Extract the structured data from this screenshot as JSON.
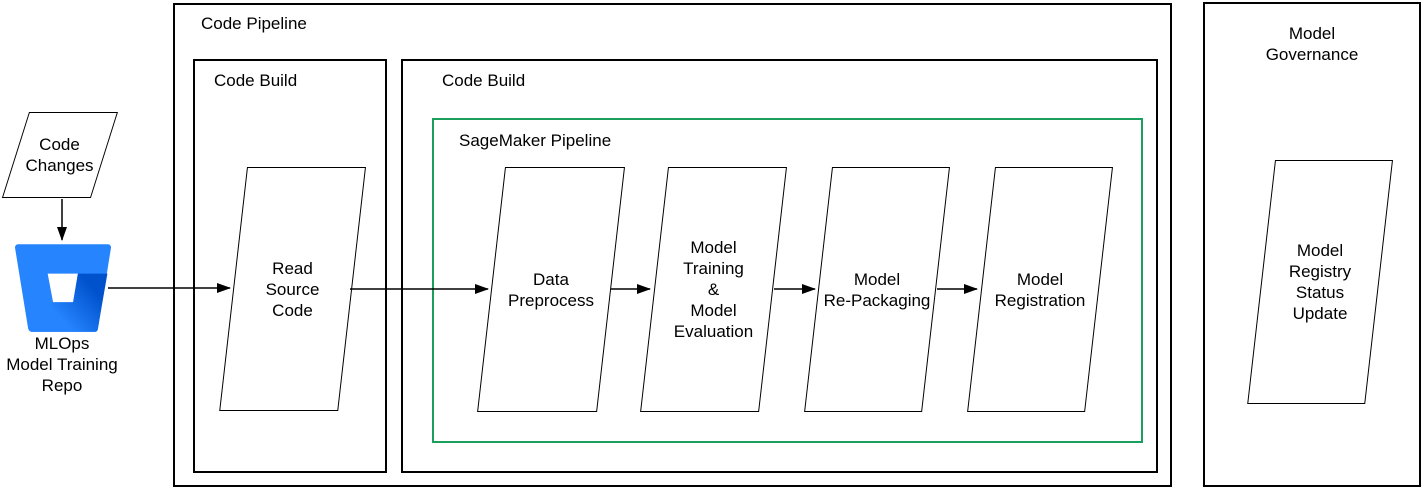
{
  "colors": {
    "outline": "#000000",
    "sagemaker_green": "#1aa05c",
    "bitbucket_blue": "#2684FF",
    "bitbucket_gradient_dark": "#0052CC"
  },
  "containers": {
    "code_pipeline": {
      "label": "Code Pipeline"
    },
    "code_build_source": {
      "label": "Code Build"
    },
    "code_build_pipeline": {
      "label": "Code Build"
    },
    "sagemaker_pipeline": {
      "label": "SageMaker Pipeline"
    },
    "model_governance": {
      "label": "Model\nGovernance"
    }
  },
  "nodes": {
    "code_changes": {
      "label": "Code\nChanges",
      "shape": "parallelogram"
    },
    "mlops_repo": {
      "label": "MLOps\nModel Training\nRepo",
      "icon": "bitbucket-logo"
    },
    "read_source_code": {
      "label": "Read\nSource\nCode",
      "shape": "parallelogram"
    },
    "data_preprocess": {
      "label": "Data\nPreprocess",
      "shape": "parallelogram"
    },
    "model_training_evaluation": {
      "label": "Model\nTraining\n&\nModel\nEvaluation",
      "shape": "parallelogram"
    },
    "model_repackaging": {
      "label": "Model\nRe-Packaging",
      "shape": "parallelogram"
    },
    "model_registration": {
      "label": "Model\nRegistration",
      "shape": "parallelogram"
    },
    "model_registry_status_update": {
      "label": "Model\nRegistry\nStatus\nUpdate",
      "shape": "parallelogram"
    }
  },
  "connectors": [
    {
      "from": "code_changes",
      "to": "mlops_repo"
    },
    {
      "from": "mlops_repo",
      "to": "read_source_code"
    },
    {
      "from": "read_source_code",
      "to": "data_preprocess"
    },
    {
      "from": "data_preprocess",
      "to": "model_training_evaluation"
    },
    {
      "from": "model_training_evaluation",
      "to": "model_repackaging"
    },
    {
      "from": "model_repackaging",
      "to": "model_registration"
    }
  ]
}
